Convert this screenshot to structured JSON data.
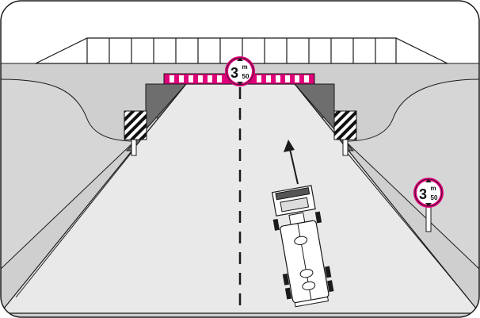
{
  "colors": {
    "sky": "#ffffff",
    "embankment": "#cfcfcf",
    "road": "#e9e9e9",
    "bridge_face": "#7a7a7a",
    "warning_stripe_primary": "#e0007a",
    "warning_stripe_secondary": "#ffffff",
    "sign_ring": "#e0007a",
    "outline": "#1a1a1a"
  },
  "signs": {
    "bridge_sign": {
      "main": "3",
      "unit": "m",
      "sub": "50"
    },
    "roadside_sign": {
      "main": "3",
      "unit": "m",
      "sub": "50"
    }
  },
  "icons": [
    "height-limit-sign-icon",
    "direction-arrow-icon",
    "tanker-truck-icon",
    "chevron-marker-icon"
  ]
}
